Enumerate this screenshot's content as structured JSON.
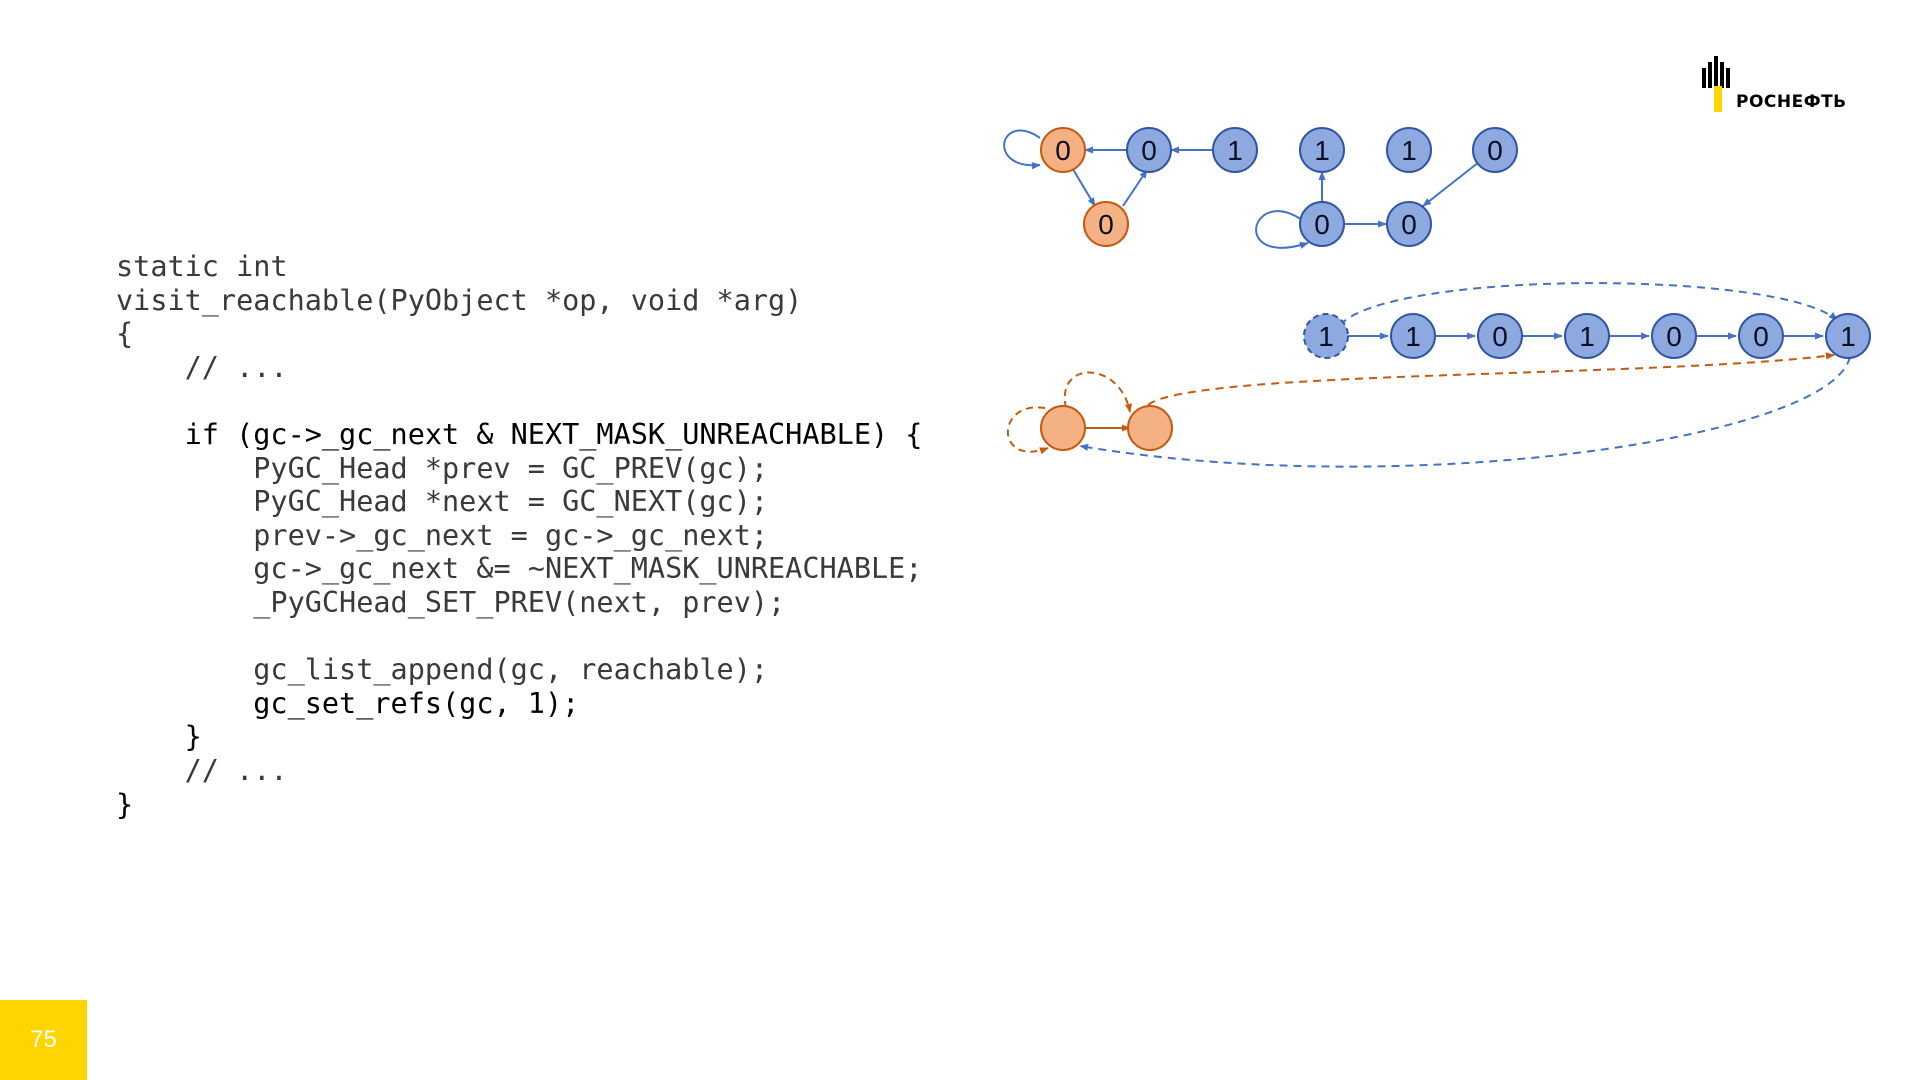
{
  "logo": {
    "text": "РОСНЕФТЬ",
    "icon": "rosneft-logo-icon"
  },
  "page_number": "75",
  "code": {
    "lines": [
      {
        "text": "static int",
        "tone": "dim"
      },
      {
        "text": "visit_reachable(PyObject *op, void *arg)",
        "tone": "dim"
      },
      {
        "text": "{",
        "tone": "dim"
      },
      {
        "text": "    // ...",
        "tone": "dim"
      },
      {
        "text": "",
        "tone": "dim"
      },
      {
        "text": "    if (gc->_gc_next & NEXT_MASK_UNREACHABLE) {",
        "tone": "strong"
      },
      {
        "text": "        PyGC_Head *prev = GC_PREV(gc);",
        "tone": "dim"
      },
      {
        "text": "        PyGC_Head *next = GC_NEXT(gc);",
        "tone": "dim"
      },
      {
        "text": "        prev->_gc_next = gc->_gc_next;",
        "tone": "dim"
      },
      {
        "text": "        gc->_gc_next &= ~NEXT_MASK_UNREACHABLE;",
        "tone": "dim"
      },
      {
        "text": "        _PyGCHead_SET_PREV(next, prev);",
        "tone": "dim"
      },
      {
        "text": "",
        "tone": "dim"
      },
      {
        "text": "        gc_list_append(gc, reachable);",
        "tone": "dim"
      },
      {
        "text": "        gc_set_refs(gc, 1);",
        "tone": "strong"
      },
      {
        "text": "    }",
        "tone": "strong"
      },
      {
        "text": "    // ...",
        "tone": "dim"
      },
      {
        "text": "}",
        "tone": "strong"
      }
    ]
  },
  "colors": {
    "blue_fill": "#8ea9e0",
    "blue_stroke": "#2f55a4",
    "orange_fill": "#f4b183",
    "orange_stroke": "#c55a11",
    "logo_yellow": "#ffd500"
  },
  "diagram": {
    "graph_nodes": [
      {
        "id": "a",
        "label": "0",
        "color": "orange"
      },
      {
        "id": "b",
        "label": "0",
        "color": "blue"
      },
      {
        "id": "c",
        "label": "1",
        "color": "blue"
      },
      {
        "id": "d",
        "label": "0",
        "color": "orange"
      },
      {
        "id": "e",
        "label": "1",
        "color": "blue"
      },
      {
        "id": "f",
        "label": "1",
        "color": "blue"
      },
      {
        "id": "g",
        "label": "0",
        "color": "blue"
      },
      {
        "id": "h",
        "label": "0",
        "color": "blue"
      },
      {
        "id": "i",
        "label": "0",
        "color": "blue"
      }
    ],
    "graph_edges": [
      {
        "from": "a",
        "to": "a",
        "kind": "self"
      },
      {
        "from": "b",
        "to": "a"
      },
      {
        "from": "c",
        "to": "b"
      },
      {
        "from": "a",
        "to": "d"
      },
      {
        "from": "d",
        "to": "b"
      },
      {
        "from": "h",
        "to": "h",
        "kind": "self"
      },
      {
        "from": "h",
        "to": "e"
      },
      {
        "from": "h",
        "to": "i"
      },
      {
        "from": "g",
        "to": "i"
      }
    ],
    "list_nodes": [
      {
        "label": "1",
        "dashed": true
      },
      {
        "label": "1"
      },
      {
        "label": "0"
      },
      {
        "label": "1"
      },
      {
        "label": "0"
      },
      {
        "label": "0"
      },
      {
        "label": "1"
      }
    ],
    "unreachable_nodes": [
      {
        "label": ""
      },
      {
        "label": ""
      }
    ]
  }
}
